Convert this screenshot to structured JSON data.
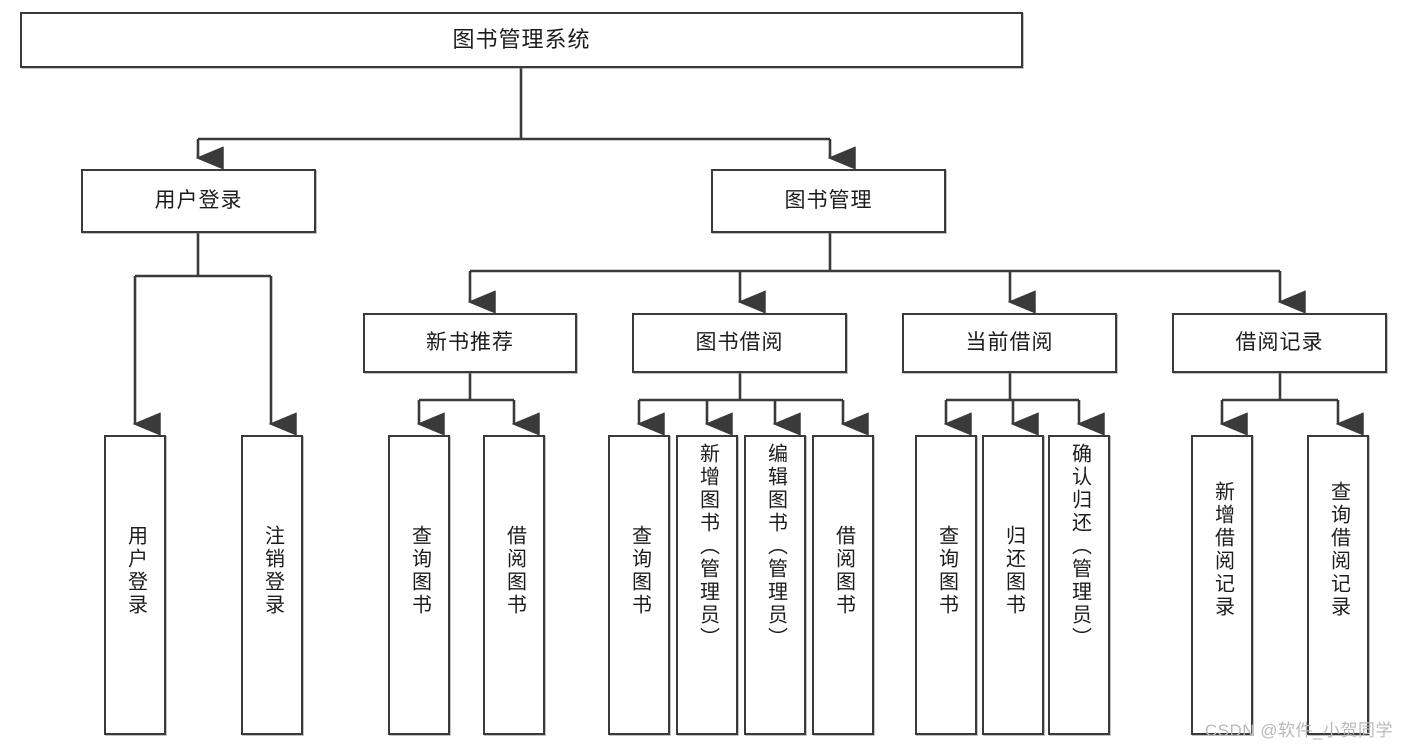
{
  "diagram": {
    "title": "图书管理系统",
    "type": "tree",
    "orientation": "top-down",
    "colors": {
      "box_border": "#3a3a3a",
      "box_fill": "#ffffff",
      "connector": "#3a3a3a",
      "text": "#1c1c1c",
      "watermark": "#b9b9b9"
    },
    "root": {
      "id": "root",
      "label": "图书管理系统"
    },
    "level2": [
      {
        "id": "user-login",
        "label": "用户登录"
      },
      {
        "id": "book-manage",
        "label": "图书管理"
      }
    ],
    "level3": [
      {
        "id": "new-book-rec",
        "label": "新书推荐"
      },
      {
        "id": "book-borrow",
        "label": "图书借阅"
      },
      {
        "id": "current-borrow",
        "label": "当前借阅"
      },
      {
        "id": "borrow-record",
        "label": "借阅记录"
      }
    ],
    "leaves": {
      "user-login": [
        {
          "id": "leaf-user-login",
          "label": "用户登录"
        },
        {
          "id": "leaf-user-logout",
          "label": "注销登录"
        }
      ],
      "new-book-rec": [
        {
          "id": "leaf-query-book-1",
          "label": "查询图书"
        },
        {
          "id": "leaf-borrow-book-1",
          "label": "借阅图书"
        }
      ],
      "book-borrow": [
        {
          "id": "leaf-query-book-2",
          "label": "查询图书"
        },
        {
          "id": "leaf-add-book",
          "label": "新增图书（管理员）"
        },
        {
          "id": "leaf-edit-book",
          "label": "编辑图书（管理员）"
        },
        {
          "id": "leaf-borrow-book-2",
          "label": "借阅图书"
        }
      ],
      "current-borrow": [
        {
          "id": "leaf-query-book-3",
          "label": "查询图书"
        },
        {
          "id": "leaf-return-book",
          "label": "归还图书"
        },
        {
          "id": "leaf-confirm-return",
          "label": "确认归还（管理员）"
        }
      ],
      "borrow-record": [
        {
          "id": "leaf-add-record",
          "label": "新增借阅记录"
        },
        {
          "id": "leaf-query-record",
          "label": "查询借阅记录"
        }
      ]
    }
  },
  "watermark": {
    "text": "CSDN @软件_小贺同学"
  }
}
